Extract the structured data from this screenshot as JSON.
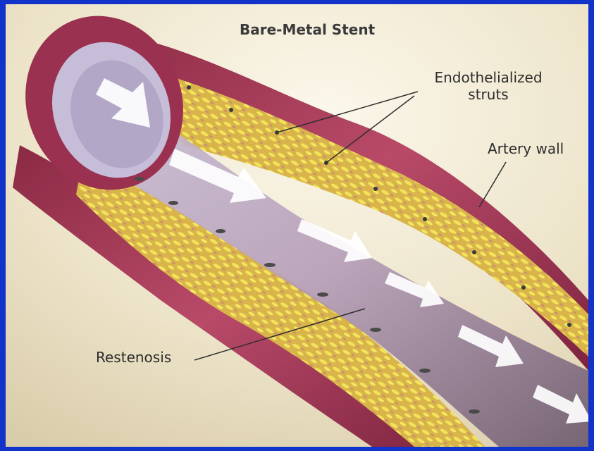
{
  "diagram": {
    "title": "Bare-Metal Stent",
    "labels": {
      "struts_line1": "Endothelialized",
      "struts_line2": "struts",
      "artery_wall": "Artery wall",
      "restenosis": "Restenosis"
    }
  },
  "colors": {
    "frame": "#1133c9",
    "background_light": "#f3eedd",
    "artery_wall": "#a53c5a",
    "plaque": "#e4cf4a",
    "lumen": "#b9a6c6",
    "flow_arrow": "#ffffff"
  }
}
